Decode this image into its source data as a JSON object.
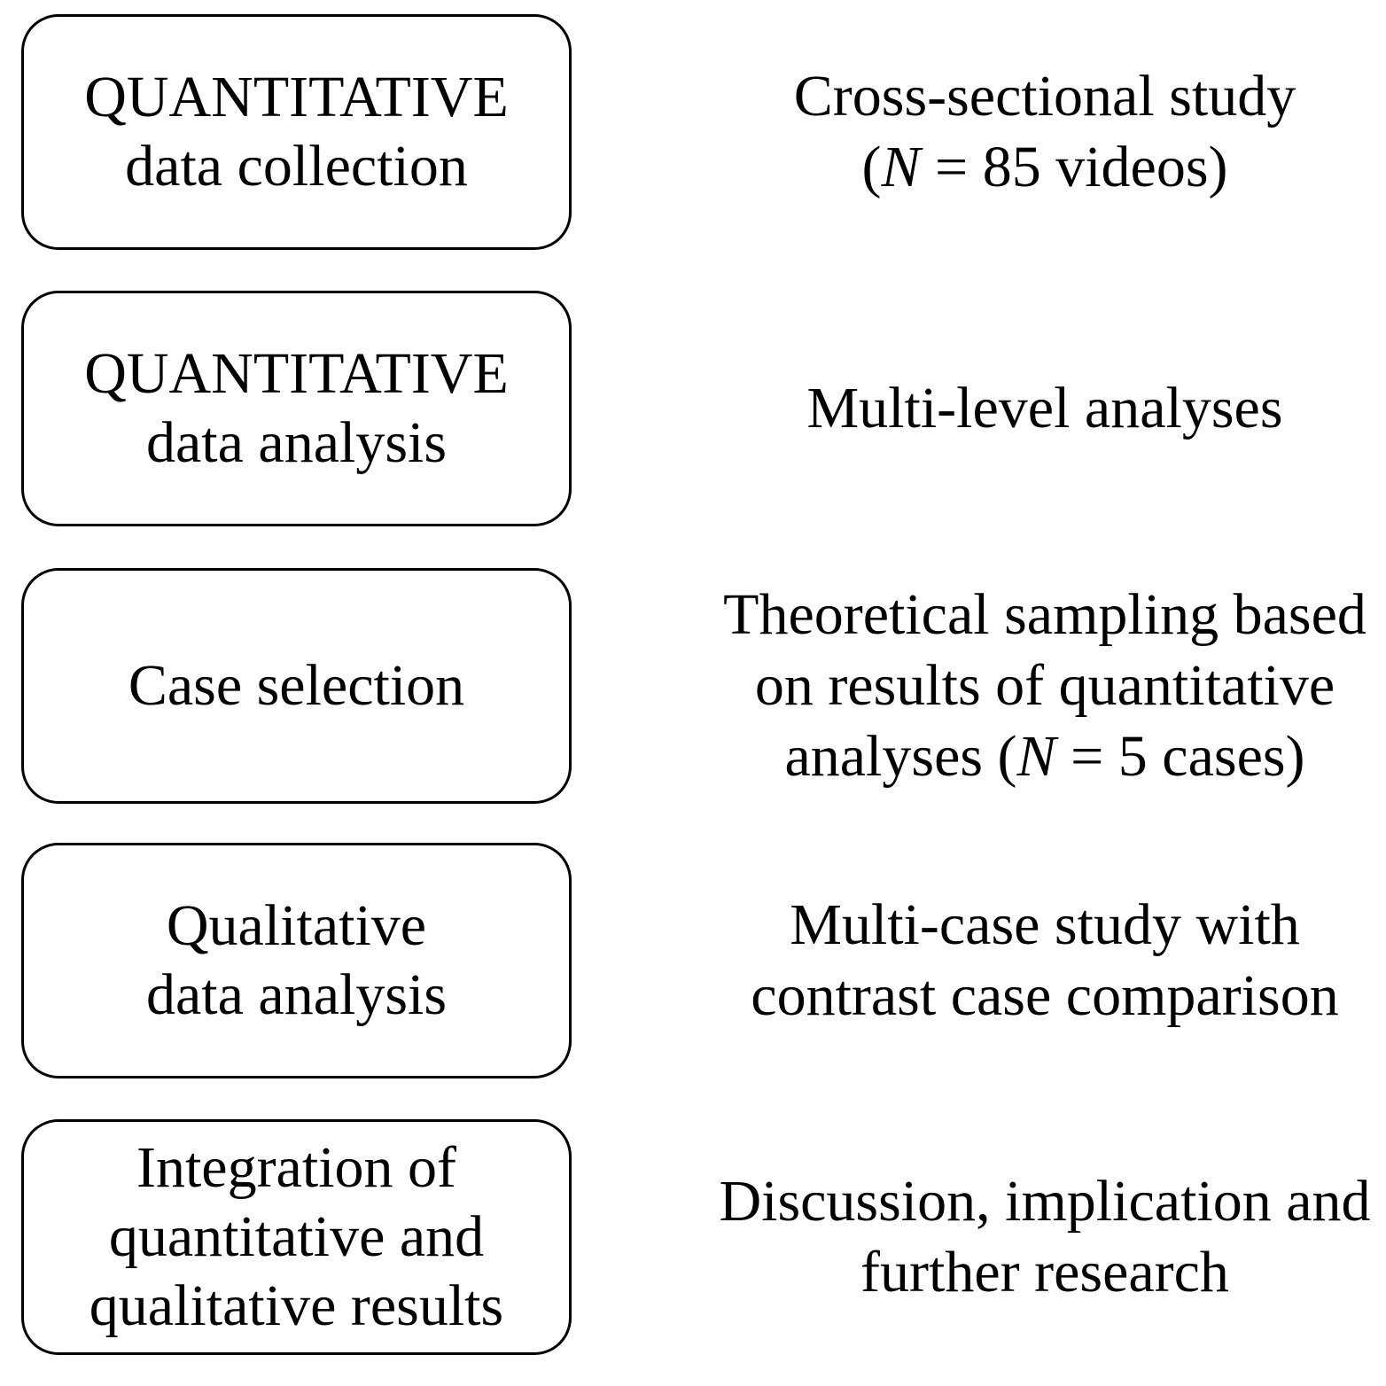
{
  "steps": [
    {
      "box_lines": [
        "QUANTITATIVE",
        "data collection"
      ],
      "description_lines": [
        [
          {
            "text": "Cross-sectional study",
            "italic": false
          }
        ],
        [
          {
            "text": "(",
            "italic": false
          },
          {
            "text": "N",
            "italic": true
          },
          {
            "text": " = 85 videos)",
            "italic": false
          }
        ]
      ]
    },
    {
      "box_lines": [
        "QUANTITATIVE",
        "data analysis"
      ],
      "description_lines": [
        [
          {
            "text": "Multi-level analyses",
            "italic": false
          }
        ]
      ]
    },
    {
      "box_lines": [
        "Case selection"
      ],
      "description_lines": [
        [
          {
            "text": "Theoretical sampling based",
            "italic": false
          }
        ],
        [
          {
            "text": "on results of quantitative",
            "italic": false
          }
        ],
        [
          {
            "text": "analyses (",
            "italic": false
          },
          {
            "text": "N",
            "italic": true
          },
          {
            "text": " = 5 cases)",
            "italic": false
          }
        ]
      ]
    },
    {
      "box_lines": [
        "Qualitative",
        "data analysis"
      ],
      "description_lines": [
        [
          {
            "text": "Multi-case study with",
            "italic": false
          }
        ],
        [
          {
            "text": "contrast case comparison",
            "italic": false
          }
        ]
      ]
    },
    {
      "box_lines": [
        "Integration of",
        "quantitative and",
        "qualitative results"
      ],
      "description_lines": [
        [
          {
            "text": "Discussion, implication and",
            "italic": false
          }
        ],
        [
          {
            "text": "further research",
            "italic": false
          }
        ]
      ]
    }
  ]
}
